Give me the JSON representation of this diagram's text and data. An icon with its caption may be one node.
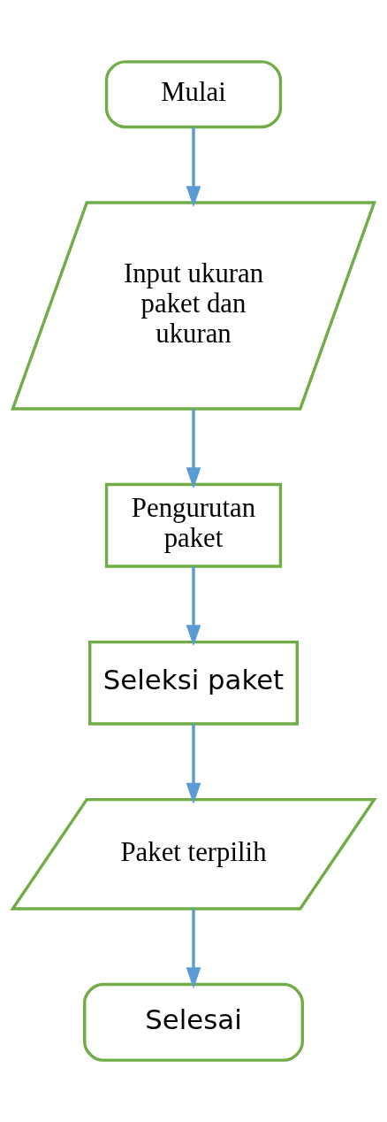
{
  "diagram": {
    "nodes": [
      {
        "text": [
          "Mulai"
        ]
      },
      {
        "text": [
          "Input ukuran paket dan ukuran"
        ]
      },
      {
        "text": [
          "Pengurutan paket"
        ]
      },
      {
        "text": [
          "Seleksi paket"
        ]
      },
      {
        "text": [
          "Paket terpilih"
        ]
      },
      {
        "text": [
          "Selesai"
        ]
      }
    ],
    "edges": [
      {
        "from": 0,
        "to": 1,
        "arrow": "to"
      },
      {
        "from": 1,
        "to": 2,
        "arrow": "to"
      },
      {
        "from": 2,
        "to": 3,
        "arrow": "to"
      },
      {
        "from": 3,
        "to": 4,
        "arrow": "to"
      },
      {
        "from": 4,
        "to": 5,
        "arrow": "to"
      }
    ]
  }
}
